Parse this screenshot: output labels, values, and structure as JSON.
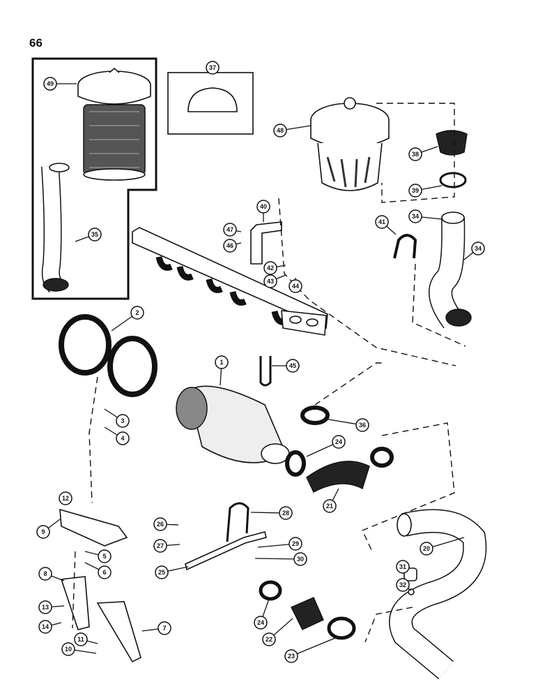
{
  "page": {
    "number": "66"
  },
  "callouts": [
    {
      "label": "49"
    },
    {
      "label": "37"
    },
    {
      "label": "48"
    },
    {
      "label": "38"
    },
    {
      "label": "39"
    },
    {
      "label": "35"
    },
    {
      "label": "40"
    },
    {
      "label": "47"
    },
    {
      "label": "46"
    },
    {
      "label": "42"
    },
    {
      "label": "43"
    },
    {
      "label": "44"
    },
    {
      "label": "41"
    },
    {
      "label": "34"
    },
    {
      "label": "34"
    },
    {
      "label": "2"
    },
    {
      "label": "1"
    },
    {
      "label": "45"
    },
    {
      "label": "3"
    },
    {
      "label": "4"
    },
    {
      "label": "36"
    },
    {
      "label": "24"
    },
    {
      "label": "21"
    },
    {
      "label": "12"
    },
    {
      "label": "9"
    },
    {
      "label": "26"
    },
    {
      "label": "28"
    },
    {
      "label": "27"
    },
    {
      "label": "20"
    },
    {
      "label": "5"
    },
    {
      "label": "6"
    },
    {
      "label": "29"
    },
    {
      "label": "30"
    },
    {
      "label": "25"
    },
    {
      "label": "8"
    },
    {
      "label": "31"
    },
    {
      "label": "32"
    },
    {
      "label": "13"
    },
    {
      "label": "24"
    },
    {
      "label": "14"
    },
    {
      "label": "7"
    },
    {
      "label": "11"
    },
    {
      "label": "10"
    },
    {
      "label": "22"
    },
    {
      "label": "23"
    }
  ]
}
